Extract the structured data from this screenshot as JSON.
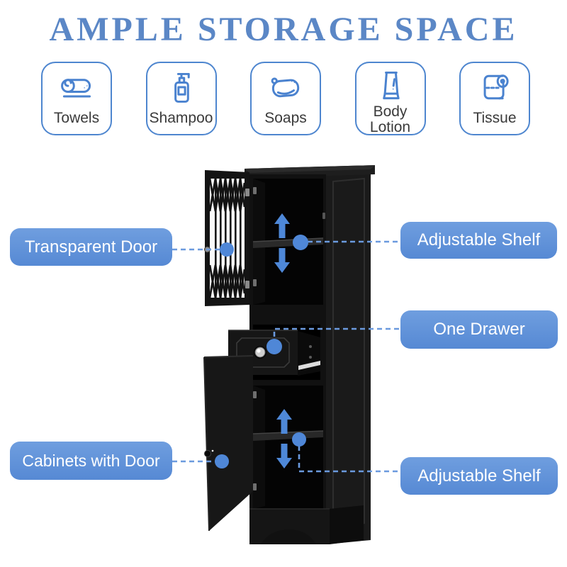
{
  "title": "AMPLE STORAGE SPACE",
  "storage_items": [
    {
      "label": "Towels",
      "icon": "towel-roll-icon"
    },
    {
      "label": "Shampoo",
      "icon": "shampoo-pump-bottle-icon"
    },
    {
      "label": "Soaps",
      "icon": "soap-bar-icon"
    },
    {
      "label": "Body Lotion",
      "icon": "lotion-tube-icon"
    },
    {
      "label": "Tissue",
      "icon": "toilet-paper-roll-icon"
    }
  ],
  "callouts": {
    "transparent_door": "Transparent Door",
    "adjustable_shelf_top": "Adjustable Shelf",
    "one_drawer": "One Drawer",
    "cabinets_with_door": "Cabinets with Door",
    "adjustable_shelf_bottom": "Adjustable Shelf"
  },
  "colors": {
    "title_blue": "#5B87C6",
    "pill_blue": "#5E92DA",
    "icon_box_border_blue": "#4E86CF",
    "icon_stroke_blue": "#4A82CF",
    "connector_blue": "#6B9ADE",
    "callout_dot_blue": "#4F87D7",
    "arrow_blue": "#4E88D8",
    "cabinet_black": "#121212",
    "label_text": "#3A3A3A"
  }
}
